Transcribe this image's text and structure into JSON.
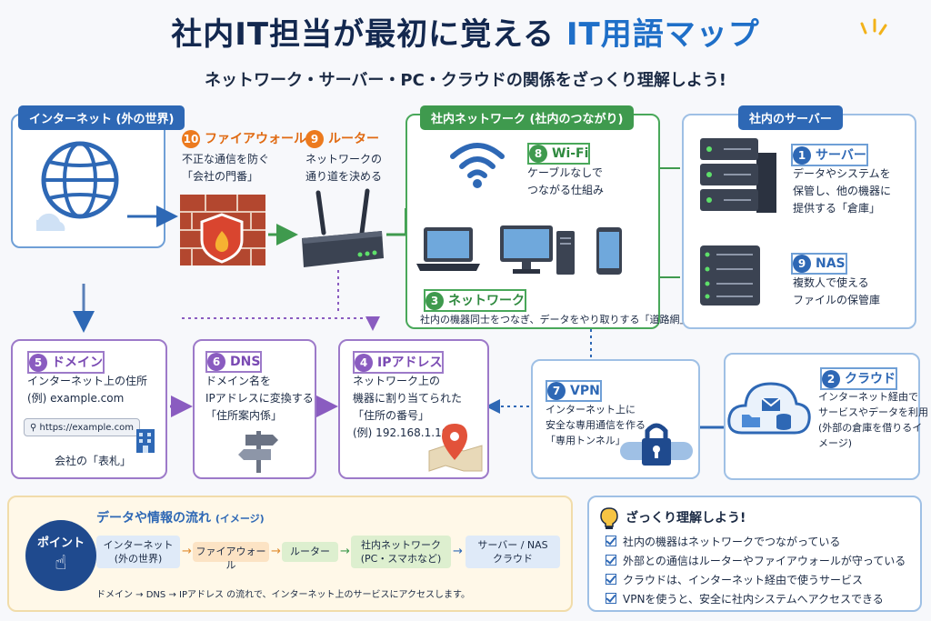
{
  "header": {
    "title_main": "社内IT担当が最初に覚える",
    "title_highlight": "IT用語マップ",
    "subtitle": "ネットワーク・サーバー・PC・クラウドの関係をざっくり理解しよう!"
  },
  "internet": {
    "tag": "インターネット (外の世界)"
  },
  "firewall": {
    "num": "10",
    "title": "ファイアウォール",
    "desc": "不正な通信を防ぐ\n「会社の門番」"
  },
  "router": {
    "num": "9",
    "title": "ルーター",
    "desc": "ネットワークの\n通り道を決める"
  },
  "network": {
    "tag": "社内ネットワーク (社内のつながり)",
    "wifi_num": "8",
    "wifi_title": "Wi-Fi",
    "wifi_desc": "ケーブルなしで\nつながる仕組み",
    "net_num": "3",
    "net_title": "ネットワーク",
    "net_desc": "社内の機器同士をつなぎ、データをやり取りする「道路網」"
  },
  "servers": {
    "tag": "社内のサーバー",
    "server_num": "1",
    "server_title": "サーバー",
    "server_desc": "データやシステムを\n保管し、他の機器に\n提供する「倉庫」",
    "nas_num": "9",
    "nas_title": "NAS",
    "nas_desc": "複数人で使える\nファイルの保管庫"
  },
  "domain": {
    "num": "5",
    "title": "ドメイン",
    "desc": "インターネット上の住所\n(例) example.com",
    "url": "https://example.com",
    "caption": "会社の「表札」"
  },
  "dns": {
    "num": "6",
    "title": "DNS",
    "desc": "ドメイン名を\nIPアドレスに変換する\n「住所案内係」"
  },
  "ip": {
    "num": "4",
    "title": "IPアドレス",
    "desc": "ネットワーク上の\n機器に割り当てられた\n「住所の番号」\n(例) 192.168.1.10"
  },
  "vpn": {
    "num": "7",
    "title": "VPN",
    "desc": "インターネット上に\n安全な専用通信を作る\n「専用トンネル」"
  },
  "cloud": {
    "num": "2",
    "title": "クラウド",
    "desc": "インターネット経由で\nサービスやデータを利用\n(外部の倉庫を借りるイメージ)"
  },
  "flow": {
    "point": "ポイント",
    "title": "データや情報の流れ",
    "title_sub": "(イメージ)",
    "steps": [
      "インターネット\n(外の世界)",
      "ファイアウォール",
      "ルーター",
      "社内ネットワーク\n(PC・スマホなど)",
      "サーバー / NAS\nクラウド"
    ],
    "note": "ドメイン → DNS → IPアドレス の流れで、インターネット上のサービスにアクセスします。"
  },
  "summary": {
    "title": "ざっくり理解しよう!",
    "items": [
      "社内の機器はネットワークでつながっている",
      "外部との通信はルーターやファイアウォールが守っている",
      "クラウドは、インターネット経由で使うサービス",
      "VPNを使うと、安全に社内システムへアクセスできる"
    ]
  },
  "colors": {
    "blue": "#2e68b5",
    "green": "#3f9a4e",
    "orange": "#ec7a1e",
    "purple": "#8a5cc0",
    "navy": "#13284f"
  }
}
